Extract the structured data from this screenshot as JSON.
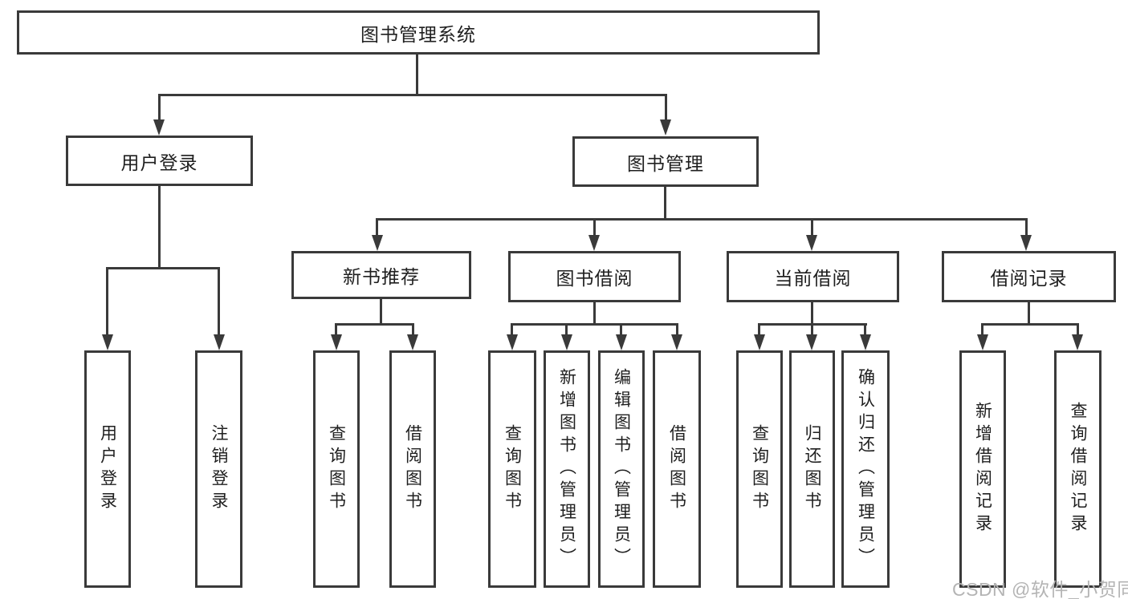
{
  "diagram": {
    "title": "图书管理系统",
    "children": [
      {
        "label": "用户登录",
        "children": [
          {
            "label": "用户登录"
          },
          {
            "label": "注销登录"
          }
        ]
      },
      {
        "label": "图书管理",
        "children": [
          {
            "label": "新书推荐",
            "children": [
              {
                "label": "查询图书"
              },
              {
                "label": "借阅图书"
              }
            ]
          },
          {
            "label": "图书借阅",
            "children": [
              {
                "label": "查询图书"
              },
              {
                "label": "新增图书（管理员）"
              },
              {
                "label": "编辑图书（管理员）"
              },
              {
                "label": "借阅图书"
              }
            ]
          },
          {
            "label": "当前借阅",
            "children": [
              {
                "label": "查询图书"
              },
              {
                "label": "归还图书"
              },
              {
                "label": "确认归还（管理员）"
              }
            ]
          },
          {
            "label": "借阅记录",
            "children": [
              {
                "label": "新增借阅记录"
              },
              {
                "label": "查询借阅记录"
              }
            ]
          }
        ]
      }
    ]
  },
  "watermark": "CSDN @软件_小贺同学",
  "colors": {
    "line": "#3a3a3a",
    "text": "#1f1f1f",
    "watermark": "#b4b4b4",
    "background": "#ffffff"
  }
}
